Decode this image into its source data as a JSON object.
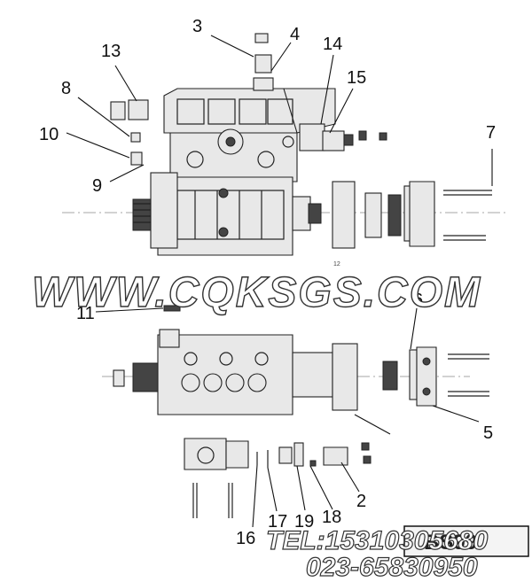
{
  "diagram": {
    "part_numbers": [
      {
        "id": "3",
        "label": "3"
      },
      {
        "id": "4",
        "label": "4"
      },
      {
        "id": "13",
        "label": "13"
      },
      {
        "id": "14",
        "label": "14"
      },
      {
        "id": "15",
        "label": "15"
      },
      {
        "id": "8",
        "label": "8"
      },
      {
        "id": "10",
        "label": "10"
      },
      {
        "id": "9",
        "label": "9"
      },
      {
        "id": "7",
        "label": "7"
      },
      {
        "id": "11",
        "label": "11"
      },
      {
        "id": "6",
        "label": "6"
      },
      {
        "id": "5",
        "label": "5"
      },
      {
        "id": "2",
        "label": "2"
      },
      {
        "id": "16",
        "label": "16"
      },
      {
        "id": "17",
        "label": "17"
      },
      {
        "id": "19",
        "label": "19"
      },
      {
        "id": "18",
        "label": "18"
      }
    ],
    "small_label": "12",
    "code_box": "BS99"
  },
  "watermark": {
    "site": "WWW.CQKSGS.COM",
    "tel": "TEL:15310305680",
    "phone2": "023-65830950"
  }
}
